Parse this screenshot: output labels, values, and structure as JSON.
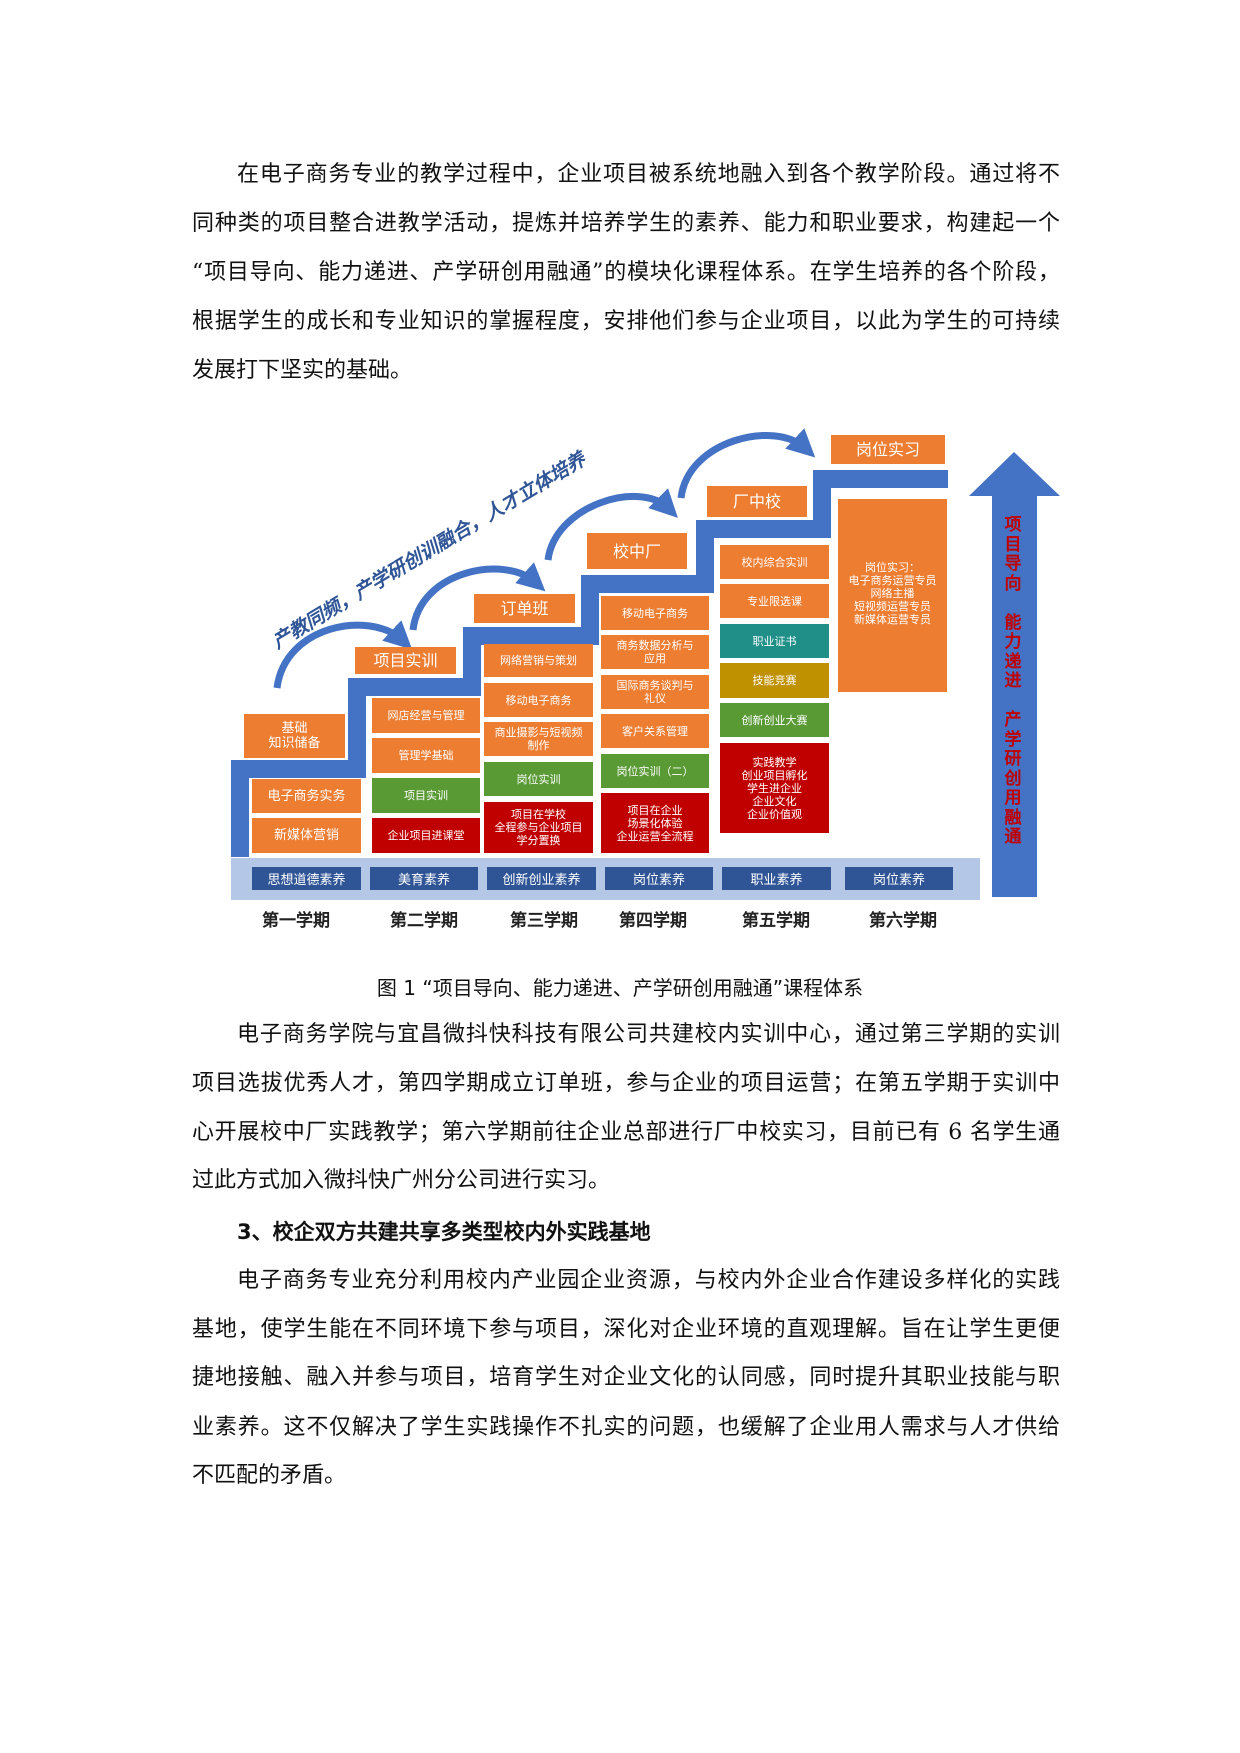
{
  "paragraph1": {
    "lines": [
      "在电子商务专业的教学过程中，企业项目被系统地融入到各个教学阶段。通过将不",
      "同种类的项目整合进教学活动，提炼并培养学生的素养、能力和职业要求，构建起一个",
      "“项目导向、能力递进、产学研创用融通”的模块化课程体系。在学生培养的各个阶段，",
      "根据学生的成长和专业知识的掌握程度，安排他们参与企业项目，以此为学生的可持续",
      "发展打下坚实的基础。"
    ]
  },
  "figure": {
    "slogan": "产教同频，产学研创训融合，人才立体培养",
    "vertical_label": "项\n目\n导\n向\n \n能\n力\n递\n进\n \n产\n学\n研\n创\n用\n融\n通",
    "colors": {
      "orange": "#ed7d31",
      "green": "#5a9a35",
      "red": "#c00000",
      "teal": "#1f8f88",
      "olive": "#bf9000",
      "blue": "#4472c4",
      "dark_blue": "#2f5597",
      "band": "#b4c7e7"
    },
    "columns": [
      {
        "semester": "第一学期",
        "header": "基础\n知识储备",
        "items": [
          "电子商务实务",
          "新媒体营销"
        ],
        "quality": "思想道德素养"
      },
      {
        "semester": "第二学期",
        "header": "项目实训",
        "items": [
          "网店经营与管理",
          "管理学基础",
          "项目实训",
          "企业项目进课堂"
        ],
        "quality": "美育素养"
      },
      {
        "semester": "第三学期",
        "header": "订单班",
        "items": [
          "网络营销与策划",
          "移动电子商务",
          "商业摄影与短视频\n制作",
          "岗位实训",
          "项目在学校\n全程参与企业项目\n学分置换"
        ],
        "quality": "创新创业素养"
      },
      {
        "semester": "第四学期",
        "header": "校中厂",
        "items": [
          "移动电子商务",
          "商务数据分析与\n应用",
          "国际商务谈判与\n礼仪",
          "客户关系管理",
          "岗位实训（二）",
          "项目在企业\n场景化体验\n企业运营全流程"
        ],
        "quality": "岗位素养"
      },
      {
        "semester": "第五学期",
        "header": "厂中校",
        "items": [
          "校内综合实训",
          "专业限选课",
          "职业证书",
          "技能竞赛",
          "创新创业大赛",
          "实践教学\n创业项目孵化\n学生进企业\n企业文化\n企业价值观"
        ],
        "quality": "职业素养"
      },
      {
        "semester": "第六学期",
        "header": "岗位实习",
        "items": [
          "岗位实习：\n电子商务运营专员\n网络主播\n短视频运营专员\n新媒体运营专员"
        ],
        "quality": "岗位素养"
      }
    ],
    "caption": "图 1 “项目导向、能力递进、产学研创用融通”课程体系"
  },
  "paragraph2": {
    "lines": [
      "电子商务学院与宜昌微抖快科技有限公司共建校内实训中心，通过第三学期的实训",
      "项目选拔优秀人才，第四学期成立订单班，参与企业的项目运营；在第五学期于实训中",
      "心开展校中厂实践教学；第六学期前往企业总部进行厂中校实习，目前已有 6 名学生通",
      "过此方式加入微抖快广州分公司进行实习。"
    ]
  },
  "section_heading": "3、校企双方共建共享多类型校内外实践基地",
  "paragraph3": {
    "lines": [
      "电子商务专业充分利用校内产业园企业资源，与校内外企业合作建设多样化的实践",
      "基地，使学生能在不同环境下参与项目，深化对企业环境的直观理解。旨在让学生更便",
      "捷地接触、融入并参与项目，培育学生对企业文化的认同感，同时提升其职业技能与职",
      "业素养。这不仅解决了学生实践操作不扎实的问题，也缓解了企业用人需求与人才供给",
      "不匹配的矛盾。"
    ]
  }
}
